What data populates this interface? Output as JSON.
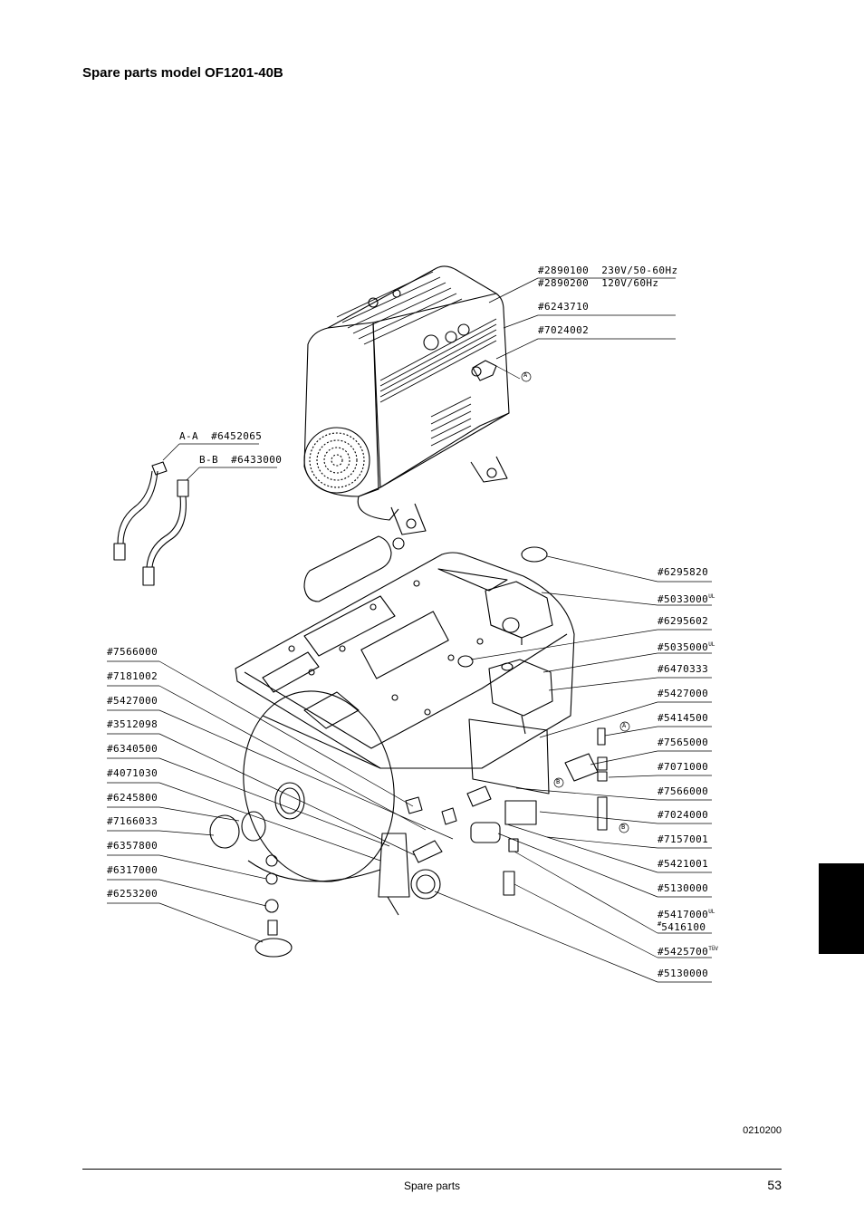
{
  "header": {
    "title": "Spare parts model OF1201-40B"
  },
  "callouts": {
    "motor_230": "#2890100  230V/50-60Hz",
    "motor_120": "#2890200  120V/60Hz",
    "p6243710": "#6243710",
    "p7024002": "#7024002",
    "hose_aa": "A-A  #6452065",
    "hose_bb": "B-B  #6433000",
    "r1": "#6295820",
    "r2": "#5033000",
    "r3": "#6295602",
    "r4": "#5035000",
    "r5": "#6470333",
    "r6": "#5427000",
    "r7": "#5414500",
    "r8": "#7565000",
    "r9": "#7071000",
    "r10": "#7566000",
    "r11": "#7024000",
    "r12": "#7157001",
    "r13": "#5421001",
    "r14": "#5130000",
    "r15": "#5417000",
    "r15b": "5416100",
    "r16": "#5425700",
    "r17": "#5130000",
    "l1": "#7566000",
    "l2": "#7181002",
    "l3": "#5427000",
    "l4": "#3512098",
    "l5": "#6340500",
    "l6": "#4071030",
    "l7": "#6245800",
    "l8": "#7166033",
    "l9": "#6357800",
    "l10": "#6317000",
    "l11": "#6253200",
    "mark_ul": "UL",
    "mark_tuv": "TÜV",
    "mark_hash": "#",
    "marker_a": "A",
    "marker_b": "B"
  },
  "doc_number": "0210200",
  "footer": {
    "section": "Spare parts",
    "page": "53"
  }
}
